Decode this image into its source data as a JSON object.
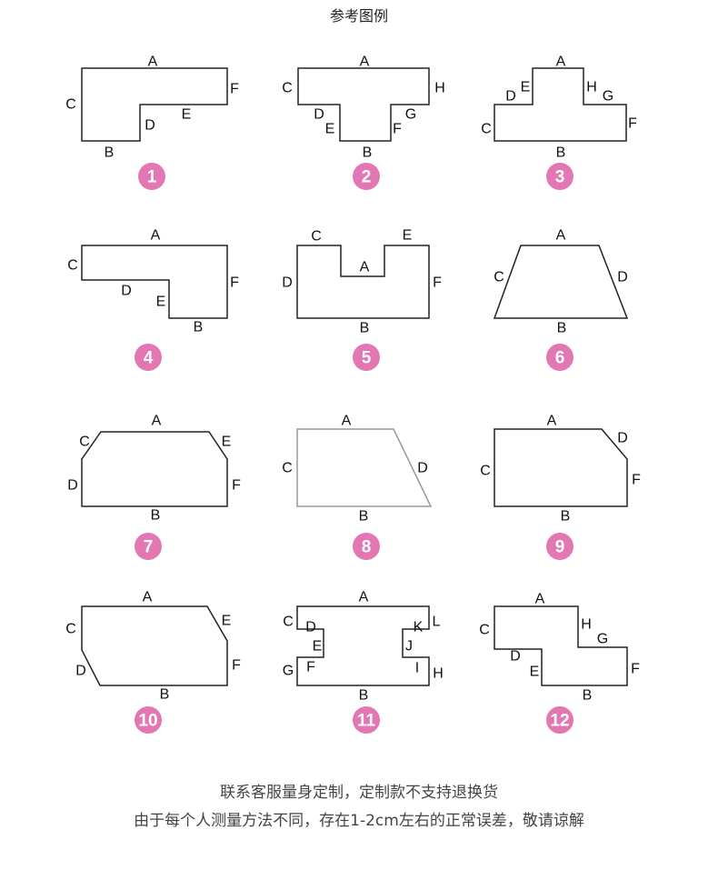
{
  "title": "参考图例",
  "colors": {
    "badge": "#e377b3",
    "stroke": "#222222"
  },
  "figures": [
    {
      "number": "1",
      "labels": [
        "A",
        "B",
        "C",
        "D",
        "E",
        "F"
      ]
    },
    {
      "number": "2",
      "labels": [
        "A",
        "B",
        "C",
        "D",
        "E",
        "F",
        "G",
        "H"
      ]
    },
    {
      "number": "3",
      "labels": [
        "A",
        "B",
        "C",
        "D",
        "E",
        "F",
        "G",
        "H"
      ]
    },
    {
      "number": "4",
      "labels": [
        "A",
        "B",
        "C",
        "D",
        "E",
        "F"
      ]
    },
    {
      "number": "5",
      "labels": [
        "A",
        "B",
        "C",
        "D",
        "E",
        "F"
      ]
    },
    {
      "number": "6",
      "labels": [
        "A",
        "B",
        "C",
        "D"
      ]
    },
    {
      "number": "7",
      "labels": [
        "A",
        "B",
        "C",
        "D",
        "E",
        "F"
      ]
    },
    {
      "number": "8",
      "labels": [
        "A",
        "B",
        "C",
        "D"
      ]
    },
    {
      "number": "9",
      "labels": [
        "A",
        "B",
        "C",
        "D",
        "F"
      ]
    },
    {
      "number": "10",
      "labels": [
        "A",
        "B",
        "C",
        "D",
        "E",
        "F"
      ]
    },
    {
      "number": "11",
      "labels": [
        "A",
        "B",
        "C",
        "D",
        "E",
        "F",
        "G",
        "H",
        "I",
        "J",
        "K",
        "L"
      ]
    },
    {
      "number": "12",
      "labels": [
        "A",
        "B",
        "C",
        "D",
        "E",
        "F",
        "G",
        "H"
      ]
    }
  ],
  "notes": [
    "联系客服量身定制，定制款不支持退换货",
    "由于每个人测量方法不同，存在1-2cm左右的正常误差，敬请谅解"
  ]
}
